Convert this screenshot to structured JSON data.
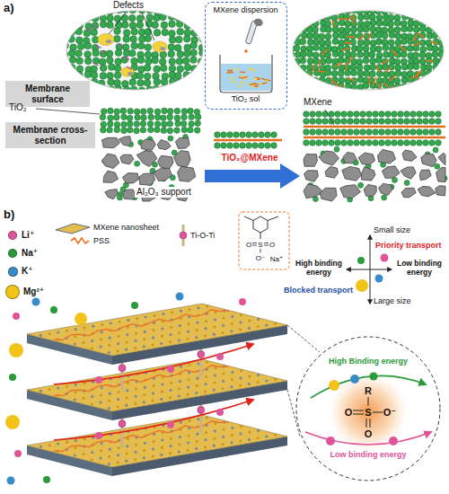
{
  "diagram": {
    "nodes": [
      {
        "text": [
          "Membrane surface"
        ]
      },
      {
        "text": [
          "MXene dispersion",
          "TiO₂ sol"
        ]
      },
      {
        "text": [
          "Membrane cross-section"
        ]
      },
      {
        "text": [
          "High Binding energy",
          "R",
          "O",
          "S",
          "O⁻",
          "O",
          "Low binding energy"
        ]
      }
    ],
    "labels": [
      "a)",
      "Defects",
      "TiO₂",
      "MXene",
      "TiO₂@MXene",
      "Al₂O₃ support",
      "b)",
      "S",
      "O",
      "O",
      "O⁻",
      "Na⁺",
      "Small size",
      "Large size",
      "High binding energy",
      "Low binding energy",
      "Priority transport",
      "Blocked transport"
    ],
    "legend": [
      {
        "text": "Li⁺",
        "color": "#e0559a"
      },
      {
        "text": "Na⁺",
        "color": "#2a9a3a"
      },
      {
        "text": "K⁺",
        "color": "#3a8cc8"
      },
      {
        "text": "Mg²⁺",
        "color": "#f2c318"
      },
      {
        "text": "MXene nanosheet"
      },
      {
        "text": "PSS"
      },
      {
        "text": "Ti-O-Ti"
      }
    ]
  }
}
